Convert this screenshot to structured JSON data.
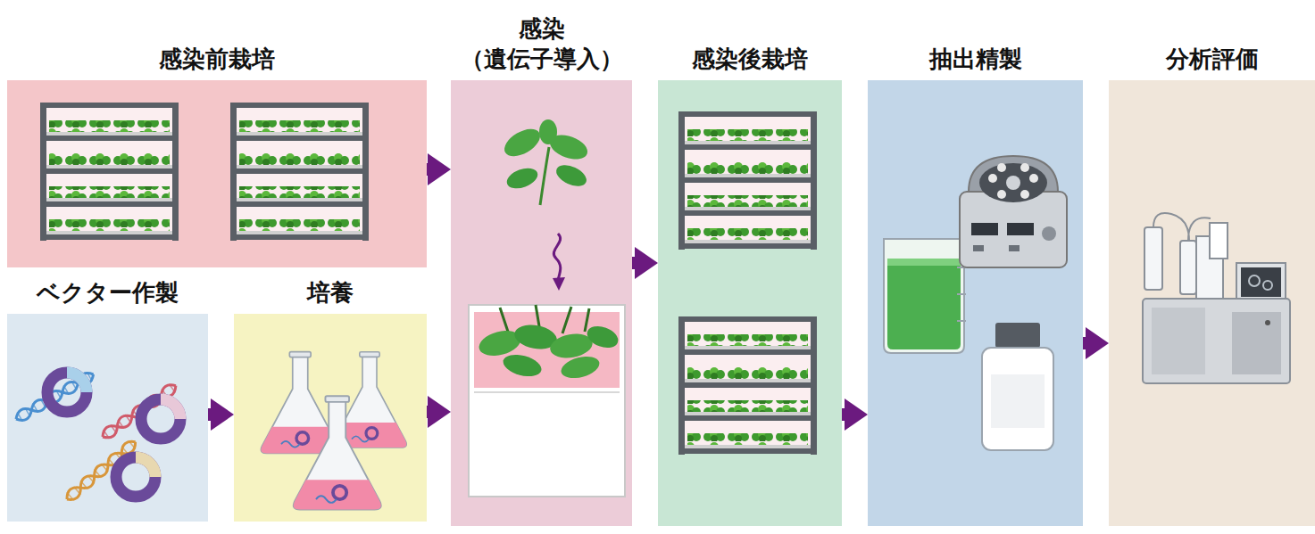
{
  "diagram": {
    "nodes": [
      {
        "text": [
          "感染前栽培"
        ]
      },
      {
        "text": [
          "ベクター作製"
        ]
      },
      {
        "text": [
          "培養"
        ]
      },
      {
        "text": [
          "感染 （遺伝子導入）"
        ]
      },
      {
        "text": [
          "感染後栽培"
        ]
      },
      {
        "text": [
          "抽出精製"
        ]
      },
      {
        "text": [
          "分析評価"
        ]
      }
    ],
    "edges": [
      {
        "from": 0,
        "to": 3,
        "arrow": "to"
      },
      {
        "from": 1,
        "to": 2,
        "arrow": "to"
      },
      {
        "from": 2,
        "to": 3,
        "arrow": "to"
      },
      {
        "from": 3,
        "to": 4,
        "arrow": "to"
      },
      {
        "from": 4,
        "to": 5,
        "arrow": "to"
      },
      {
        "from": 5,
        "to": 6,
        "arrow": "to"
      }
    ]
  }
}
